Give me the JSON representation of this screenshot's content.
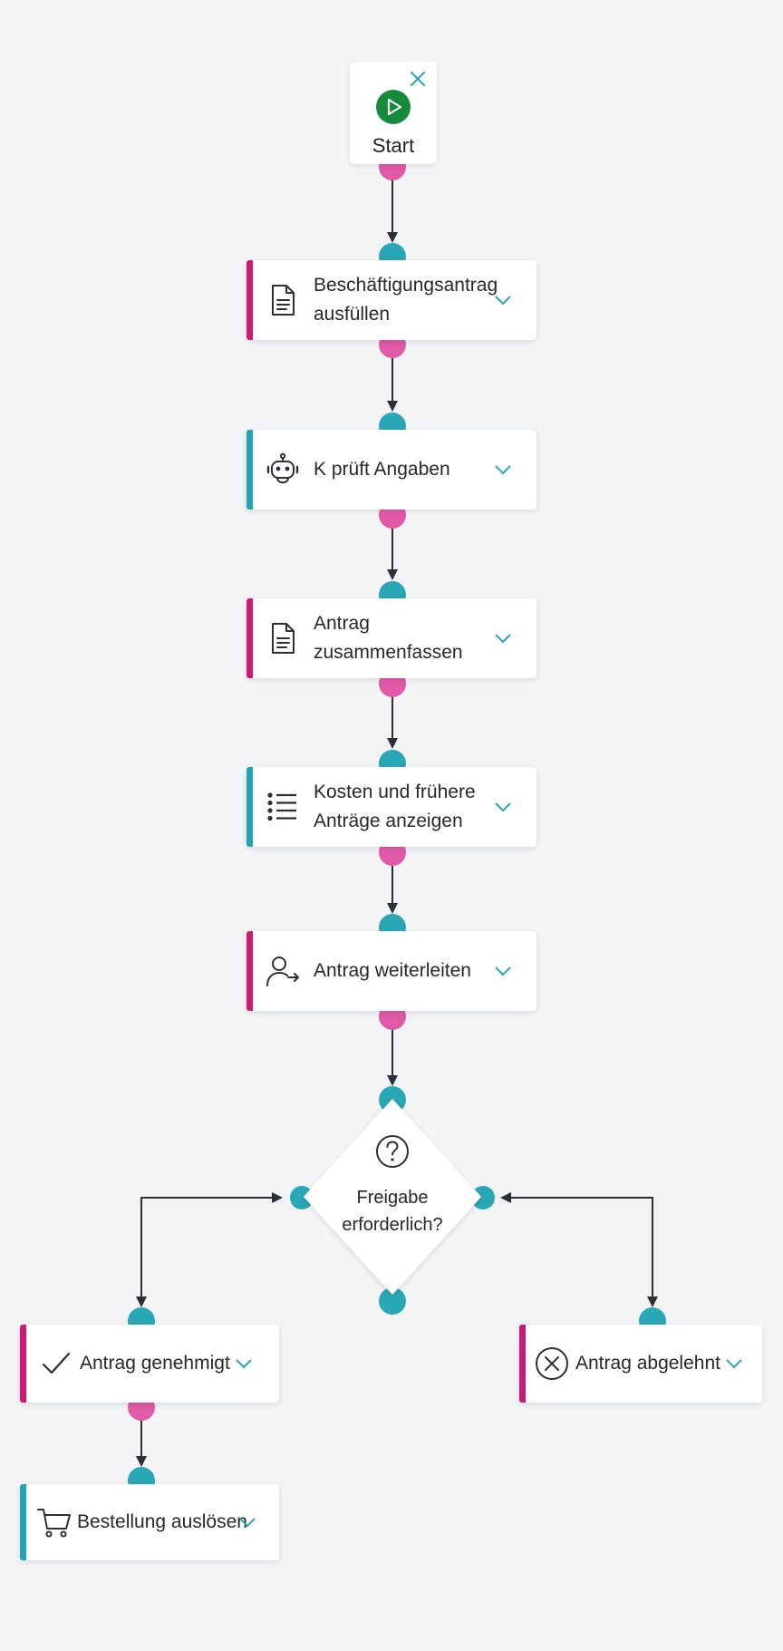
{
  "start": {
    "label": "Start",
    "icon": "play-icon",
    "close_icon": "close-icon"
  },
  "nodes": [
    {
      "line1": "Beschäftigungsantrag",
      "line2": "ausfüllen",
      "icon": "document-icon",
      "accent": "pink"
    },
    {
      "line1": "K prüft Angaben",
      "line2": "",
      "icon": "robot-icon",
      "accent": "teal"
    },
    {
      "line1": "Antrag",
      "line2": "zusammenfassen",
      "icon": "document-icon",
      "accent": "pink"
    },
    {
      "line1": "Kosten und frühere",
      "line2": "Anträge anzeigen",
      "icon": "list-icon",
      "accent": "teal"
    },
    {
      "line1": "Antrag weiterleiten",
      "line2": "",
      "icon": "person-forward-icon",
      "accent": "pink"
    }
  ],
  "decision": {
    "line1": "Freigabe",
    "line2": "erforderlich?",
    "icon": "question-icon"
  },
  "branches": {
    "approved": {
      "label": "Antrag genehmigt",
      "icon": "checkmark-icon",
      "accent": "pink"
    },
    "rejected": {
      "label": "Antrag abgelehnt",
      "icon": "cancel-circle-icon",
      "accent": "pink"
    },
    "order": {
      "label": "Bestellung auslösen",
      "icon": "cart-icon",
      "accent": "teal"
    }
  },
  "colors": {
    "background": "#f3f4f6",
    "pink_accent": "#cc1a76",
    "teal_accent": "#22a5b3",
    "port_pink": "#e05aa8",
    "port_teal": "#2aa7b4",
    "start_green": "#16893b",
    "connector": "#2b2f36",
    "chevron": "#2aa7b4"
  }
}
